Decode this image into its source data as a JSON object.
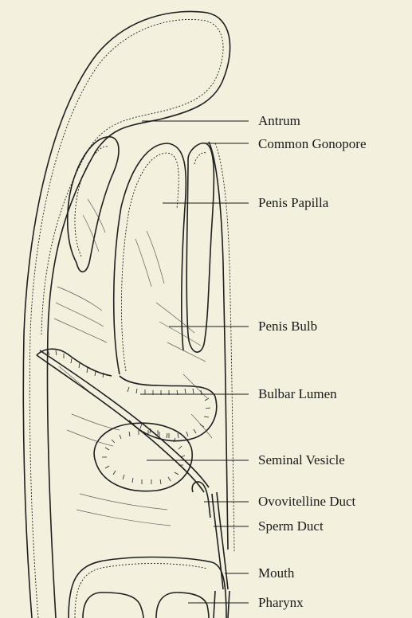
{
  "labels": {
    "antrum": "Antrum",
    "common_gonopore": "Common Gonopore",
    "penis_papilla": "Penis Papilla",
    "penis_bulb": "Penis Bulb",
    "bulbar_lumen": "Bulbar Lumen",
    "seminal_vesicle": "Seminal Vesicle",
    "ovovitelline_duct": "Ovovitelline Duct",
    "sperm_duct": "Sperm Duct",
    "mouth": "Mouth",
    "pharynx": "Pharynx"
  },
  "colors": {
    "background": "#f3f1de",
    "ink": "#1a1a1a"
  }
}
